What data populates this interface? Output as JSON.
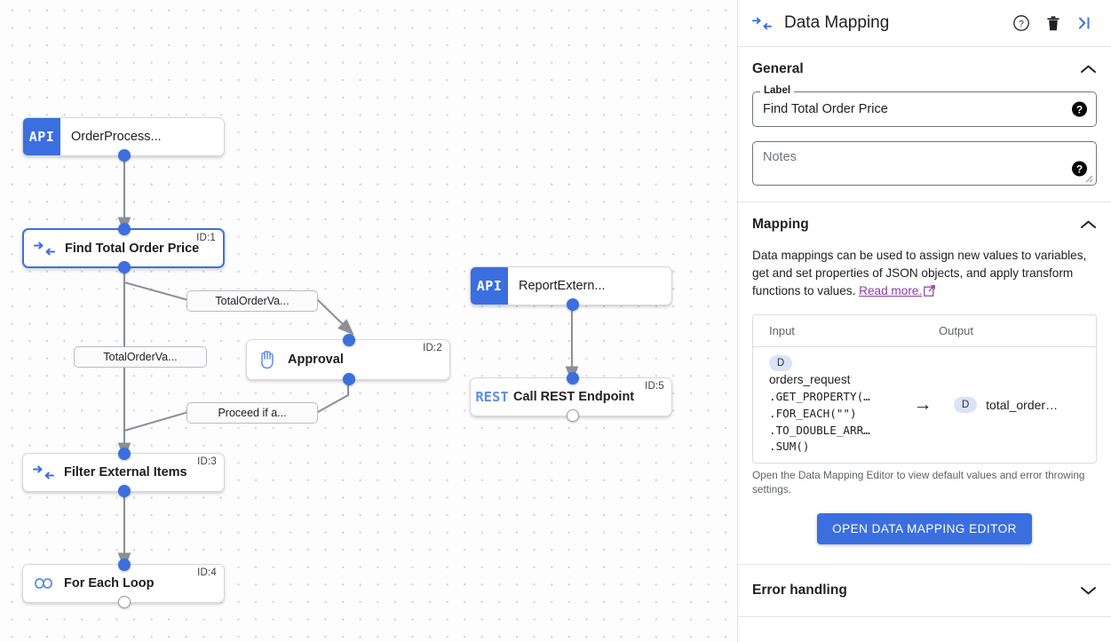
{
  "canvas": {
    "nodes": [
      {
        "id": "n-orderprocess",
        "kind": "api",
        "badge": "API",
        "label": "OrderProcess...",
        "idtag": ""
      },
      {
        "id": "n-find-total",
        "kind": "mapping",
        "label": "Find Total Order Price",
        "idtag": "ID:1"
      },
      {
        "id": "n-approval",
        "kind": "approval",
        "label": "Approval",
        "idtag": "ID:2"
      },
      {
        "id": "n-filter",
        "kind": "mapping",
        "label": "Filter External Items",
        "idtag": "ID:3"
      },
      {
        "id": "n-foreach",
        "kind": "loop",
        "label": "For Each Loop",
        "idtag": "ID:4"
      },
      {
        "id": "n-reportextern",
        "kind": "api",
        "badge": "API",
        "label": "ReportExtern...",
        "idtag": ""
      },
      {
        "id": "n-callrest",
        "kind": "rest",
        "badge": "REST",
        "label": "Call REST Endpoint",
        "idtag": "ID:5"
      }
    ],
    "edge_labels": [
      {
        "id": "el-totalordervalue-top",
        "text": "TotalOrderVa..."
      },
      {
        "id": "el-totalordervalue-left",
        "text": "TotalOrderVa..."
      },
      {
        "id": "el-proceed",
        "text": "Proceed if a..."
      }
    ]
  },
  "panel": {
    "title": "Data Mapping",
    "header_icons": {
      "help": "help-circle-icon",
      "delete": "trash-icon",
      "collapse": "collapse-panel-icon"
    },
    "general": {
      "heading": "General",
      "label_field": {
        "legend": "Label",
        "value": "Find Total Order Price"
      },
      "notes_field": {
        "placeholder": "Notes",
        "value": ""
      }
    },
    "mapping": {
      "heading": "Mapping",
      "description": "Data mappings can be used to assign new values to variables, get and set properties of JSON objects, and apply transform functions to values.",
      "link_text": "Read more.",
      "columns": {
        "input": "Input",
        "output": "Output"
      },
      "rows": [
        {
          "input_chip": "D",
          "input_lines": [
            "orders_request",
            ".GET_PROPERTY(…",
            ".FOR_EACH(\"\")",
            ".TO_DOUBLE_ARR…",
            ".SUM()"
          ],
          "arrow": "→",
          "output_chip": "D",
          "output_name": "total_order…"
        }
      ],
      "hint": "Open the Data Mapping Editor to view default values and error throwing settings.",
      "cta_label": "OPEN DATA MAPPING EDITOR"
    },
    "error_handling": {
      "heading": "Error handling"
    }
  },
  "colors": {
    "accent_blue": "#3b6fe0",
    "link_purple": "#8e3aa8",
    "chip_bg": "#dbe3f7",
    "node_border": "#d6d6dc"
  }
}
